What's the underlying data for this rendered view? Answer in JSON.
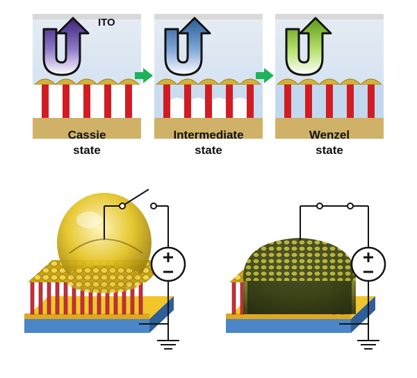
{
  "top_row": {
    "electrode_label": "ITO",
    "panels": [
      {
        "line1": "Cassie",
        "line2": "state",
        "arrow_color": "#5b3e9a",
        "arrow_color_light": "#8f7ac8"
      },
      {
        "line1": "Intermediate",
        "line2": "state",
        "arrow_color": "#3e6ea8",
        "arrow_color_light": "#7fa6d6"
      },
      {
        "line1": "Wenzel",
        "line2": "state",
        "arrow_color": "#7ab82a",
        "arrow_color_light": "#b5e06a"
      }
    ],
    "transition_arrow_color": "#1db35a"
  },
  "bottom_row": {
    "left_switch_state": "open",
    "right_switch_state": "closed",
    "gold_color": "#e3c21f",
    "pillar_color": "#c4303a",
    "base_gold_color": "#f2c62a",
    "substrate_color": "#4a86c8"
  }
}
